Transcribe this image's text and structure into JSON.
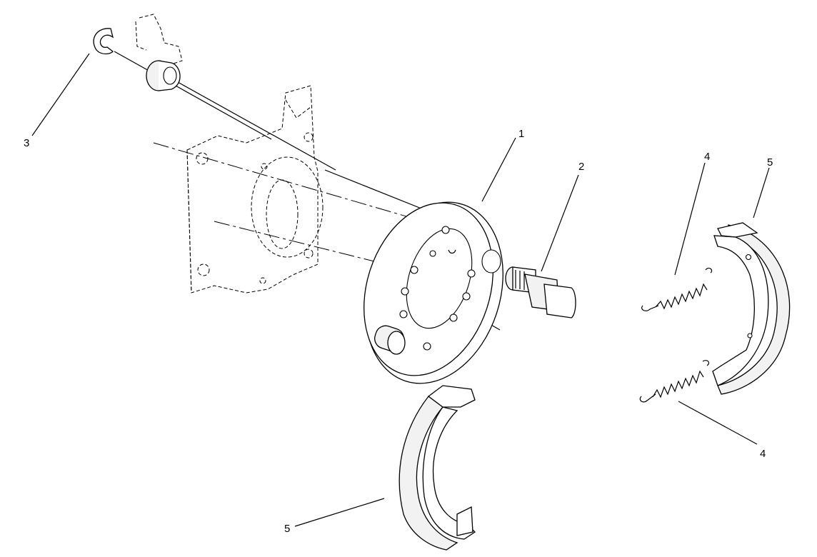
{
  "callouts": [
    {
      "id": "c1",
      "label": "1"
    },
    {
      "id": "c2",
      "label": "2"
    },
    {
      "id": "c3",
      "label": "3"
    },
    {
      "id": "c4a",
      "label": "4"
    },
    {
      "id": "c4b",
      "label": "4"
    },
    {
      "id": "c5a",
      "label": "5"
    },
    {
      "id": "c5b",
      "label": "5"
    }
  ]
}
